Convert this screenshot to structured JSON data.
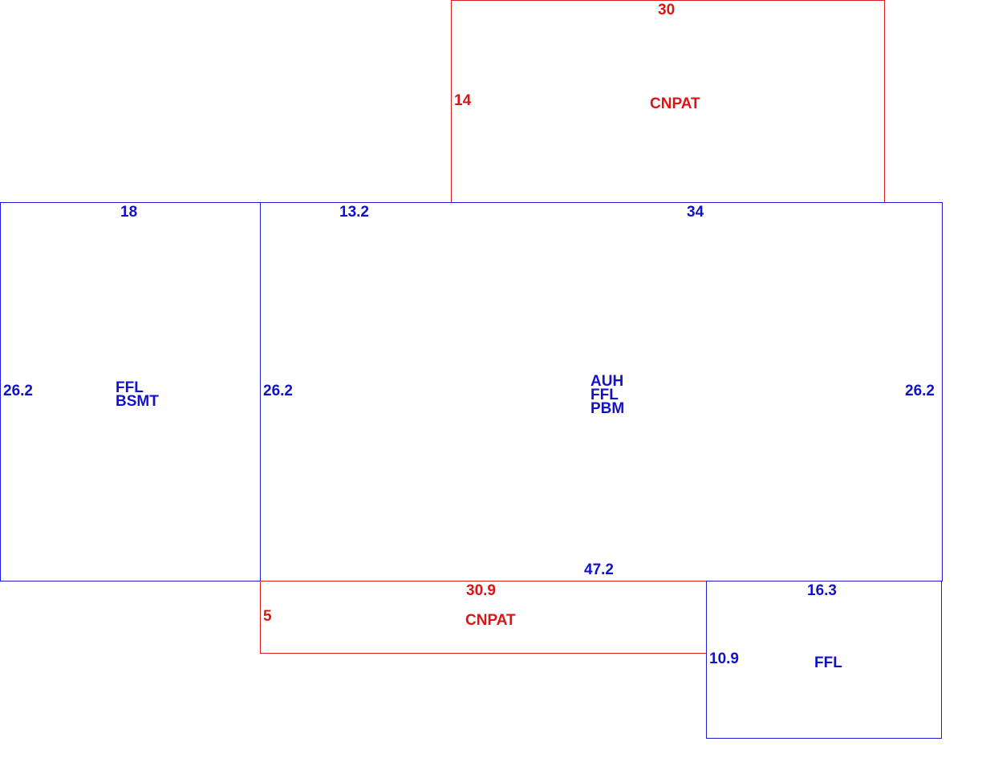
{
  "colors": {
    "main": "#1212c8",
    "patio": "#de1414"
  },
  "areas": {
    "patio_top": {
      "code": "CNPAT",
      "width": "30",
      "depth": "14"
    },
    "basement_wing": {
      "codes": [
        "FFL",
        "BSMT"
      ],
      "top": "18",
      "side_left": "26.2"
    },
    "main_house": {
      "codes": [
        "AUH",
        "FFL",
        "PBM"
      ],
      "top_left": "13.2",
      "top_right": "34",
      "side_left": "26.2",
      "side_right": "26.2",
      "bottom": "47.2"
    },
    "patio_bottom": {
      "code": "CNPAT",
      "width": "30.9",
      "depth": "5"
    },
    "addition": {
      "code": "FFL",
      "width": "16.3",
      "depth": "10.9"
    }
  }
}
